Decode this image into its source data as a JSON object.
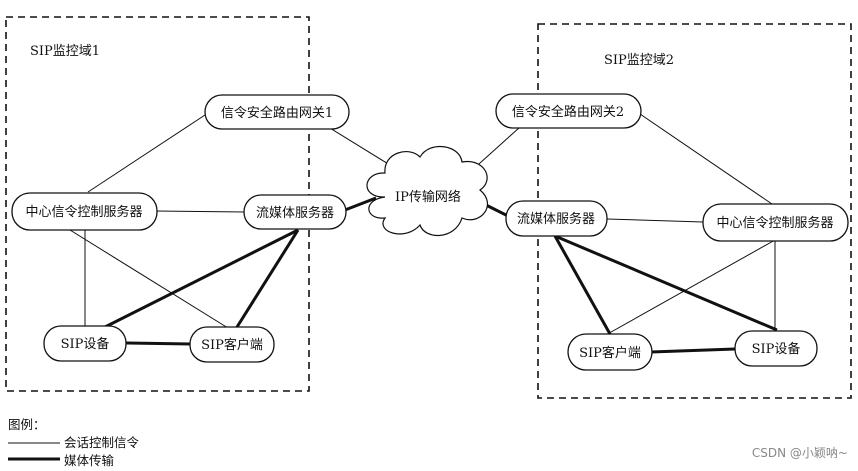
{
  "domains": {
    "domain1": "SIP监控域1",
    "domain2": "SIP监控域2"
  },
  "nodes": {
    "gateway1": "信令安全路由网关1",
    "gateway2": "信令安全路由网关2",
    "central1": "中心信令控制服务器",
    "central2": "中心信令控制服务器",
    "media1": "流媒体服务器",
    "media2": "流媒体服务器",
    "device1": "SIP设备",
    "device2": "SIP设备",
    "client1": "SIP客户端",
    "client2": "SIP客户端",
    "network": "IP传输网络"
  },
  "legend": {
    "title": "图例：",
    "signaling": "会话控制信令",
    "media": "媒体传输"
  },
  "watermark": "CSDN @小颖呐~",
  "colors": {
    "line": "#111111",
    "background": "#ffffff"
  }
}
